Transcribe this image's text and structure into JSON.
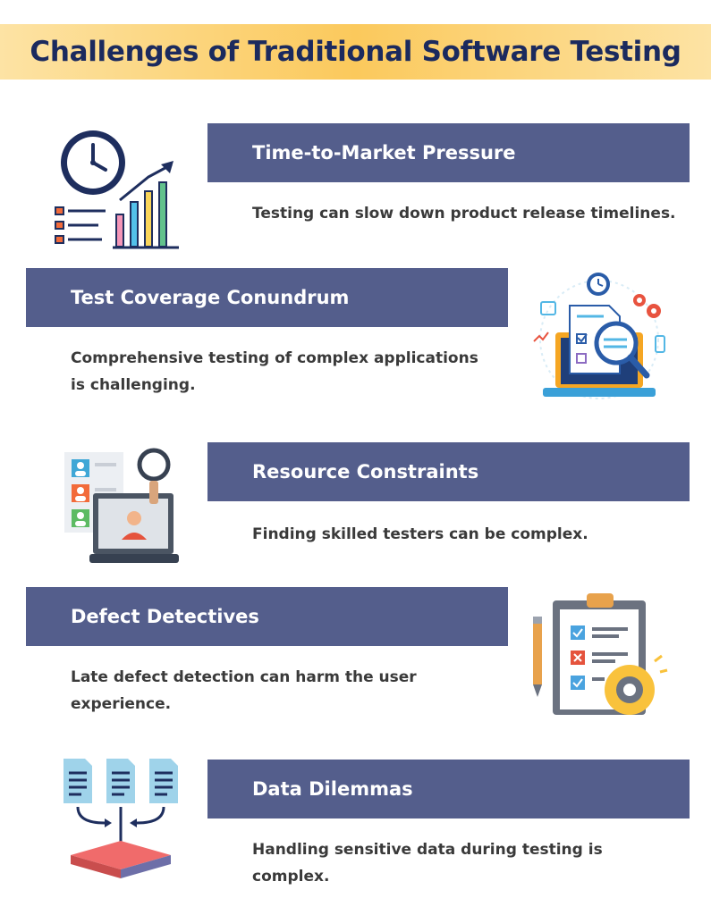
{
  "title": "Challenges of Traditional Software Testing",
  "items": [
    {
      "heading": "Time-to-Market Pressure",
      "description": "Testing can slow down product release timelines.",
      "icon": "clock-chart-icon"
    },
    {
      "heading": "Test Coverage Conundrum",
      "description": "Comprehensive testing of complex applications is challenging.",
      "icon": "laptop-magnifier-icon"
    },
    {
      "heading": "Resource Constraints",
      "description": "Finding skilled testers can be complex.",
      "icon": "recruitment-icon"
    },
    {
      "heading": "Defect Detectives",
      "description": "Late defect detection can harm the user experience.",
      "icon": "clipboard-checklist-icon"
    },
    {
      "heading": "Data Dilemmas",
      "description": "Handling sensitive data during testing is complex.",
      "icon": "data-merge-icon"
    }
  ],
  "colors": {
    "band": "#545e8c",
    "title_text": "#1b2a5e",
    "title_bg": "#fbc95c",
    "desc_text": "#3a3a3a"
  }
}
